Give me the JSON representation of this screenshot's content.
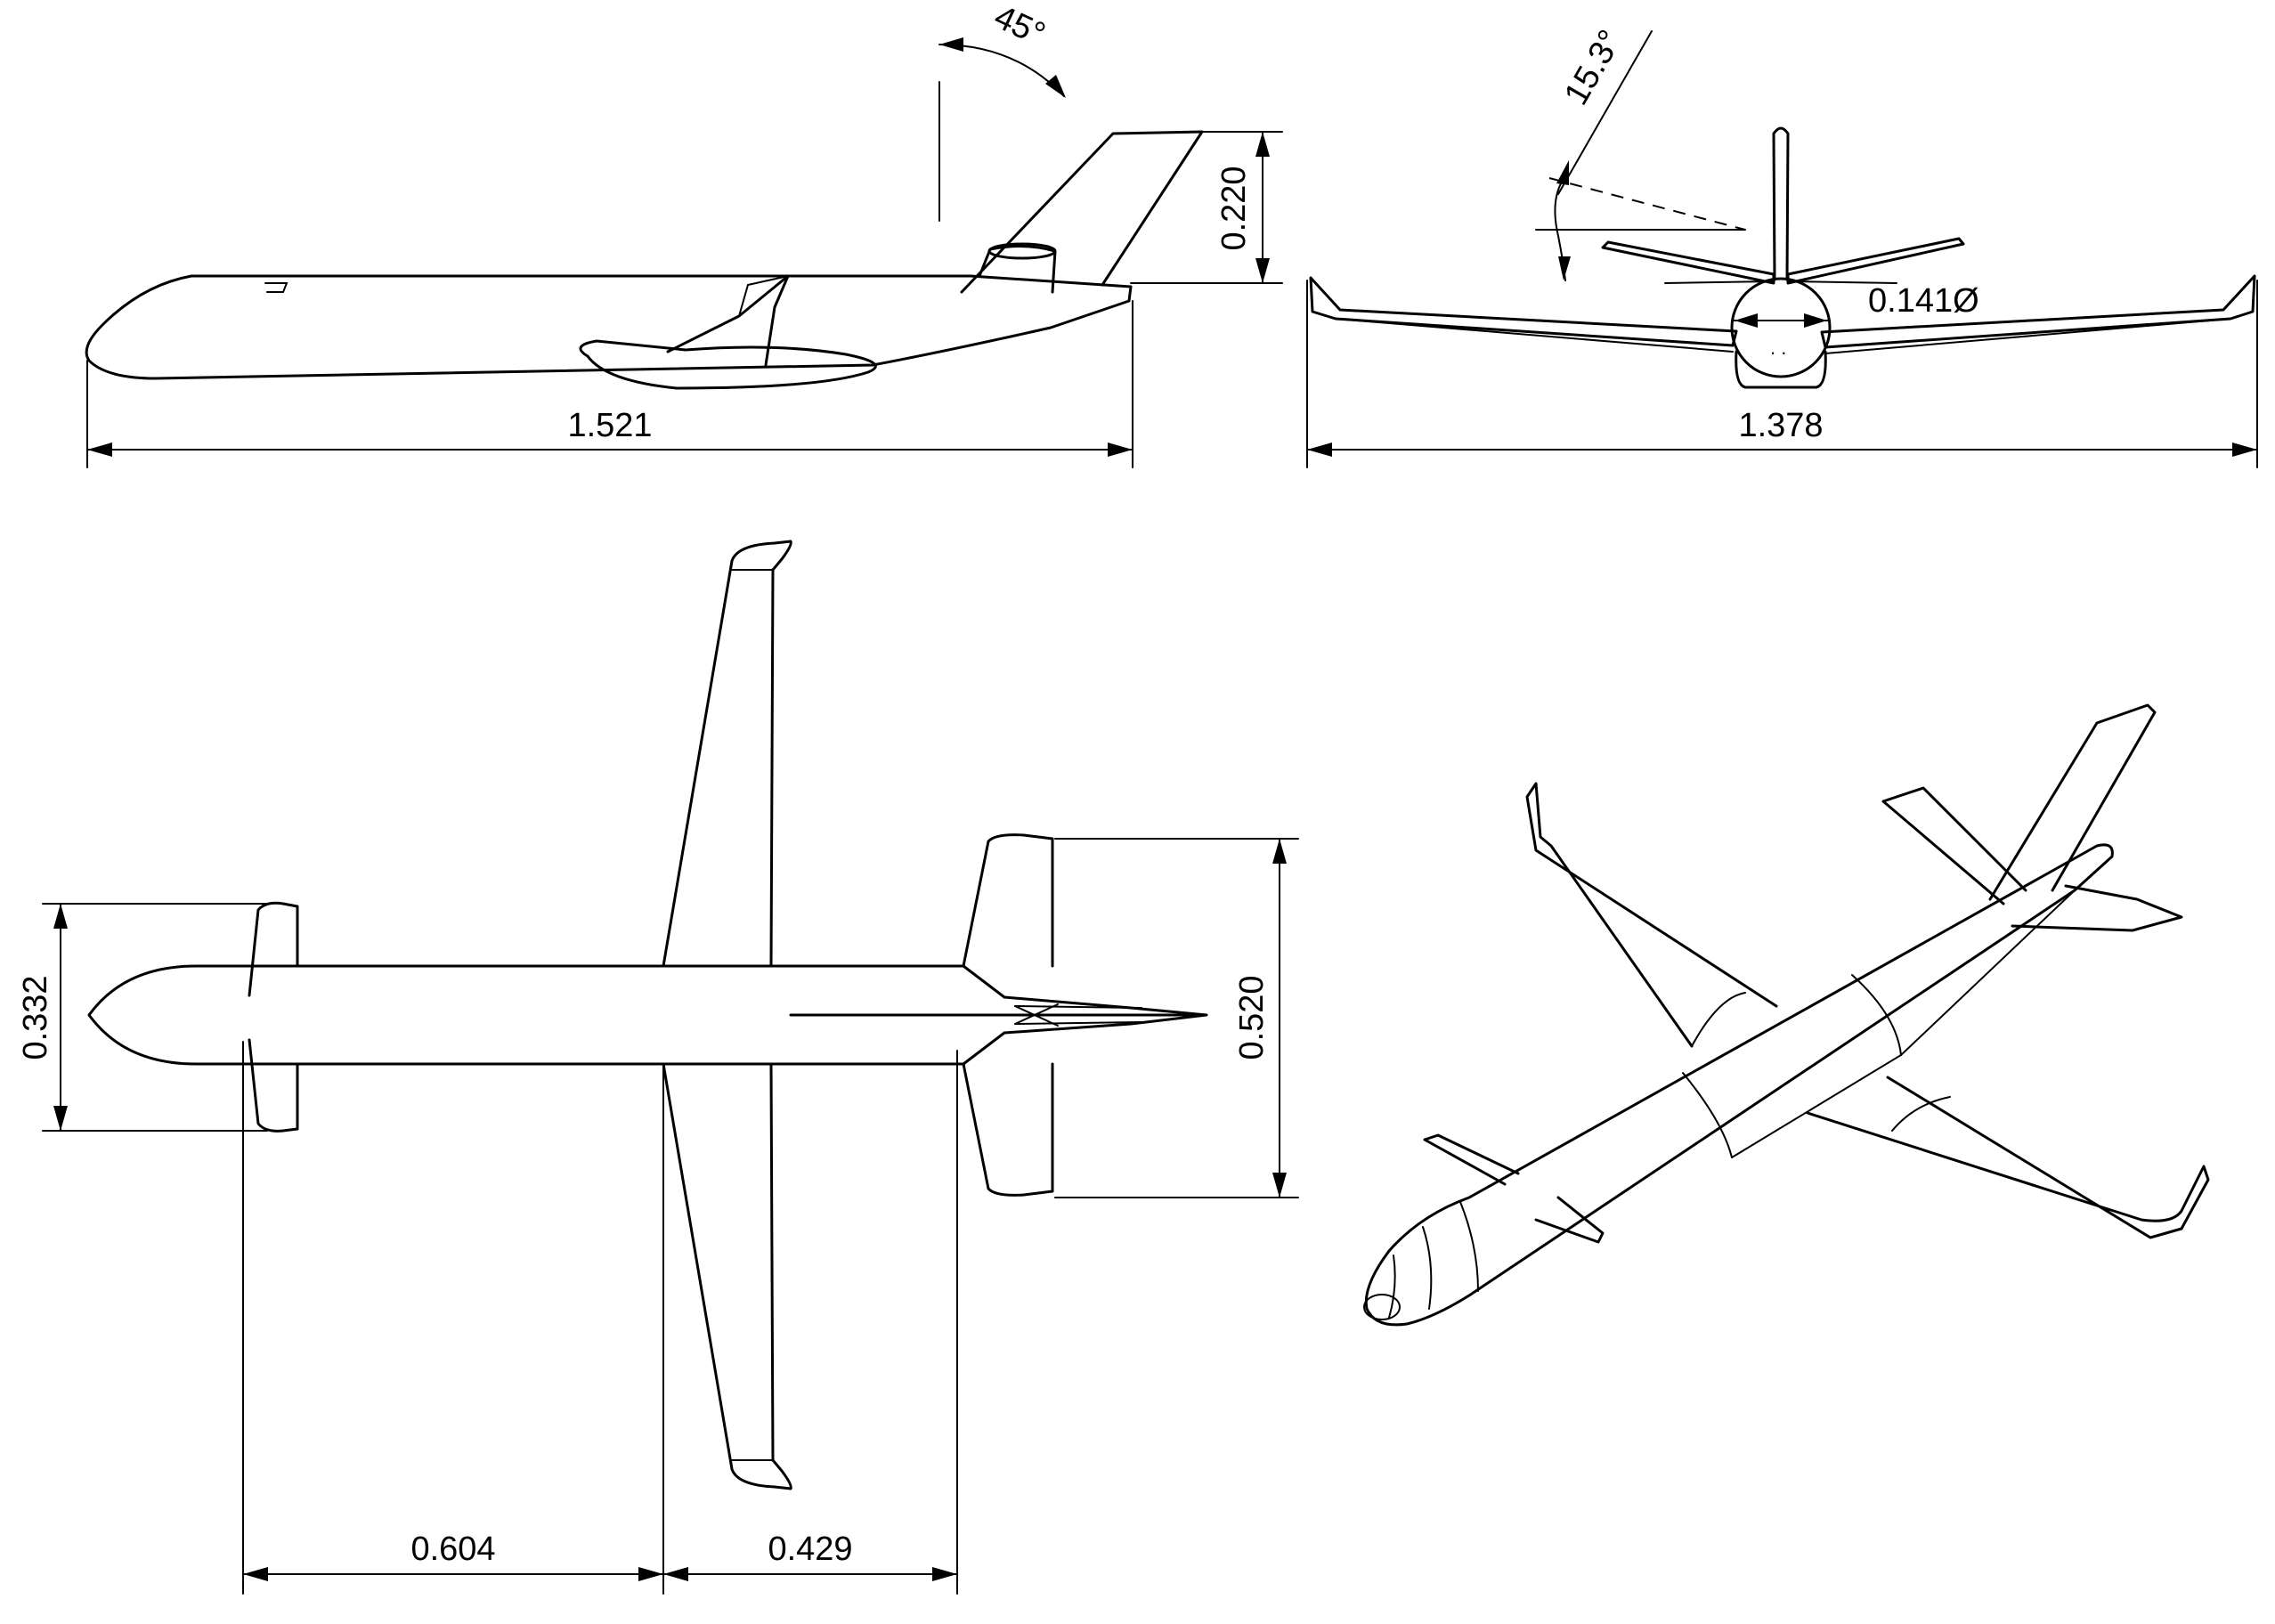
{
  "side_view": {
    "length_label": "1.521",
    "tail_height_label": "0.220",
    "sweep_angle_label": "45°"
  },
  "front_view": {
    "span_label": "1.378",
    "dihedral_angle_label": "15.3°",
    "fuselage_diameter_label": "0.141Ø"
  },
  "top_view": {
    "canard_span_label": "0.332",
    "tail_span_label": "0.520",
    "canard_to_wing_label": "0.604",
    "wing_to_tail_label": "0.429"
  }
}
